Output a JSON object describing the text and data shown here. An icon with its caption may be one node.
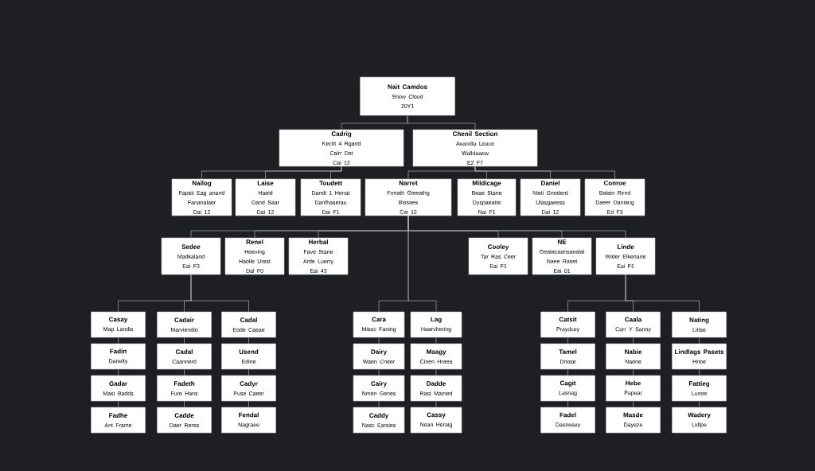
{
  "diagram": {
    "nodes": [
      {
        "text": [
          "Nait Camdos",
          "Snow Cloud",
          "20Y1"
        ]
      },
      {
        "text": [
          "Cadrig",
          "Kecitt 4 Rgand",
          "Calrr Det",
          "Cai 12"
        ]
      },
      {
        "text": [
          "Chenil Section",
          "Avandta Leace",
          "Walldaaew",
          "E2 F7"
        ]
      },
      {
        "text": [
          "Nailog",
          "Fapsit Eag anand",
          "Fananalaer",
          "Dai 12"
        ]
      },
      {
        "text": [
          "Laise",
          "Haeid",
          "Dand Saar",
          "Dai 12"
        ]
      },
      {
        "text": [
          "Toudett",
          "Dandt 1 Henat",
          "Danfhaserau",
          "Dai F1"
        ]
      },
      {
        "text": [
          "Narret",
          "Fonath Gieeathg",
          "Bissaes",
          "Cai 12"
        ]
      },
      {
        "text": [
          "Mildicage",
          "Beae Stane",
          "Dyspaeatte",
          "Nai F1"
        ]
      },
      {
        "text": [
          "Daniel",
          "Nieti Gnoderd",
          "Ulasgaeess",
          "Dai 12"
        ]
      },
      {
        "text": [
          "Conroe",
          "Balain Rirnd",
          "Daeer Daniang",
          "Ed F3"
        ]
      },
      {
        "text": [
          "Sedee",
          "Madkaland",
          "Eai F3"
        ]
      },
      {
        "text": [
          "Renel",
          "Hoeving",
          "Haolle Urest",
          "Dal F0"
        ]
      },
      {
        "text": [
          "Herbal",
          "Fave Stane",
          "Arde Luerry",
          "Eai 43"
        ]
      },
      {
        "text": [
          "Cooley",
          "Tar Ras Ceer",
          "Eai F1"
        ]
      },
      {
        "text": [
          "NE",
          "Geatacaansanalal",
          "Naee Raset",
          "Eai 01"
        ]
      },
      {
        "text": [
          "Linde",
          "Wider Elkenane",
          "Eai F1"
        ]
      },
      {
        "text": [
          "Casay",
          "Map Landis"
        ]
      },
      {
        "text": [
          "Fadin",
          "Danelty"
        ]
      },
      {
        "text": [
          "Gadar",
          "Mast Badds"
        ]
      },
      {
        "text": [
          "Fadhe",
          "Ant Frame"
        ]
      },
      {
        "text": [
          "Cadair",
          "Marviendio"
        ]
      },
      {
        "text": [
          "Cadal",
          "Caannerd"
        ]
      },
      {
        "text": [
          "Fadeth",
          "Fure Hans"
        ]
      },
      {
        "text": [
          "Cadde",
          "Daer Reres"
        ]
      },
      {
        "text": [
          "Cadal",
          "Eode Caeae"
        ]
      },
      {
        "text": [
          "Usend",
          "Edine"
        ]
      },
      {
        "text": [
          "Cadyr",
          "Puse Caeer"
        ]
      },
      {
        "text": [
          "Fendal",
          "Nagraee"
        ]
      },
      {
        "text": [
          "Cara",
          "Misec Faning"
        ]
      },
      {
        "text": [
          "Dairy",
          "Waen Cneer"
        ]
      },
      {
        "text": [
          "Cairy",
          "Nmen Genes"
        ]
      },
      {
        "text": [
          "Caddy",
          "Nasc Earsies"
        ]
      },
      {
        "text": [
          "Lag",
          "Haarvhering"
        ]
      },
      {
        "text": [
          "Maagy",
          "Cinen Hraea"
        ]
      },
      {
        "text": [
          "Dadde",
          "Rast Mamed"
        ]
      },
      {
        "text": [
          "Cassy",
          "Nean Heraig"
        ]
      },
      {
        "text": [
          "Catsit",
          "Praydcey"
        ]
      },
      {
        "text": [
          "Tamel",
          "Dnose"
        ]
      },
      {
        "text": [
          "Cagit",
          "Lasnag"
        ]
      },
      {
        "text": [
          "Fadel",
          "Dasnesey"
        ]
      },
      {
        "text": [
          "Caala",
          "Carr Y Sanny"
        ]
      },
      {
        "text": [
          "Nabie",
          "Naene"
        ]
      },
      {
        "text": [
          "Hebe",
          "Papear"
        ]
      },
      {
        "text": [
          "Masde",
          "Dayeze"
        ]
      },
      {
        "text": [
          "Nating",
          "Littse"
        ]
      },
      {
        "text": [
          "Lindlags Pasets",
          "Hrioe"
        ]
      },
      {
        "text": [
          "Fattieg",
          "Lunoe"
        ]
      },
      {
        "text": [
          "Wadery",
          "Lidlpe"
        ]
      }
    ],
    "edges": [
      {
        "from": 0,
        "to": 1,
        "arrow": "none"
      },
      {
        "from": 0,
        "to": 2,
        "arrow": "none"
      },
      {
        "from": 1,
        "to": 3,
        "arrow": "none"
      },
      {
        "from": 1,
        "to": 4,
        "arrow": "none"
      },
      {
        "from": 1,
        "to": 5,
        "arrow": "none"
      },
      {
        "from": 2,
        "to": 6,
        "arrow": "none"
      },
      {
        "from": 2,
        "to": 7,
        "arrow": "none"
      },
      {
        "from": 2,
        "to": 8,
        "arrow": "none"
      },
      {
        "from": 2,
        "to": 9,
        "arrow": "none"
      },
      {
        "from": 6,
        "to": 10,
        "arrow": "none"
      },
      {
        "from": 6,
        "to": 11,
        "arrow": "none"
      },
      {
        "from": 6,
        "to": 12,
        "arrow": "none"
      },
      {
        "from": 6,
        "to": 13,
        "arrow": "none"
      },
      {
        "from": 6,
        "to": 14,
        "arrow": "none"
      },
      {
        "from": 6,
        "to": 15,
        "arrow": "none"
      },
      {
        "from": 10,
        "to": 16,
        "arrow": "none"
      },
      {
        "from": 10,
        "to": 20,
        "arrow": "none"
      },
      {
        "from": 10,
        "to": 24,
        "arrow": "none"
      },
      {
        "from": 6,
        "to": 28,
        "arrow": "none"
      },
      {
        "from": 6,
        "to": 32,
        "arrow": "none"
      },
      {
        "from": 15,
        "to": 36,
        "arrow": "none"
      },
      {
        "from": 15,
        "to": 40,
        "arrow": "none"
      },
      {
        "from": 15,
        "to": 44,
        "arrow": "none"
      },
      {
        "from": 16,
        "to": 17,
        "arrow": "none"
      },
      {
        "from": 17,
        "to": 18,
        "arrow": "none"
      },
      {
        "from": 18,
        "to": 19,
        "arrow": "none"
      },
      {
        "from": 20,
        "to": 21,
        "arrow": "none"
      },
      {
        "from": 21,
        "to": 22,
        "arrow": "none"
      },
      {
        "from": 22,
        "to": 23,
        "arrow": "none"
      },
      {
        "from": 24,
        "to": 25,
        "arrow": "none"
      },
      {
        "from": 25,
        "to": 26,
        "arrow": "none"
      },
      {
        "from": 26,
        "to": 27,
        "arrow": "none"
      },
      {
        "from": 28,
        "to": 29,
        "arrow": "none"
      },
      {
        "from": 29,
        "to": 30,
        "arrow": "none"
      },
      {
        "from": 30,
        "to": 31,
        "arrow": "none"
      },
      {
        "from": 32,
        "to": 33,
        "arrow": "none"
      },
      {
        "from": 33,
        "to": 34,
        "arrow": "none"
      },
      {
        "from": 34,
        "to": 35,
        "arrow": "none"
      },
      {
        "from": 36,
        "to": 37,
        "arrow": "none"
      },
      {
        "from": 37,
        "to": 38,
        "arrow": "none"
      },
      {
        "from": 38,
        "to": 39,
        "arrow": "none"
      },
      {
        "from": 40,
        "to": 41,
        "arrow": "none"
      },
      {
        "from": 41,
        "to": 42,
        "arrow": "none"
      },
      {
        "from": 42,
        "to": 43,
        "arrow": "none"
      },
      {
        "from": 44,
        "to": 45,
        "arrow": "none"
      },
      {
        "from": 45,
        "to": 46,
        "arrow": "none"
      },
      {
        "from": 46,
        "to": 47,
        "arrow": "none"
      }
    ]
  }
}
